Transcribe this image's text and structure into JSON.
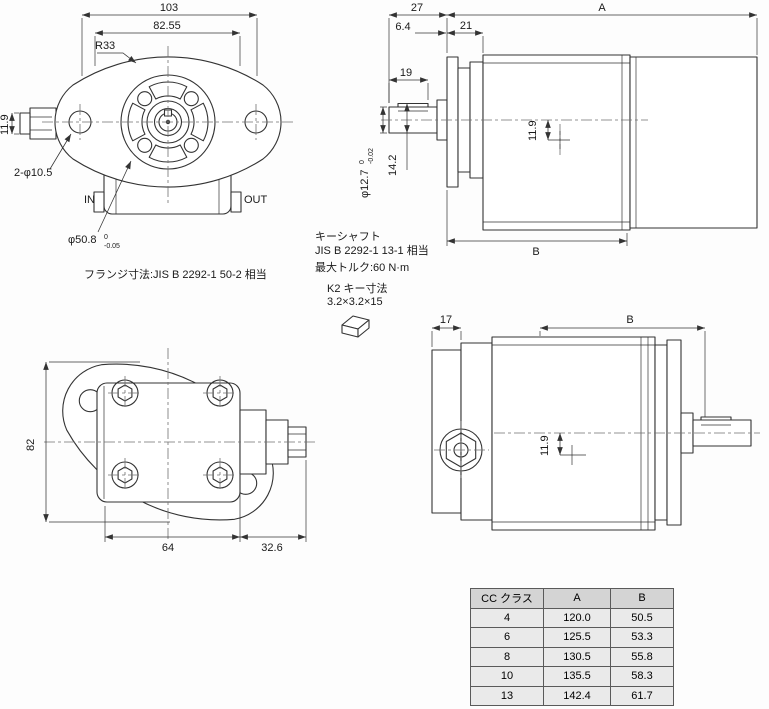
{
  "drawing": {
    "front_view": {
      "dim_width": "103",
      "dim_bolt_spacing": "82.55",
      "radius_label": "R33",
      "dim_port_height": "11.9",
      "hole_callout": "2-φ10.5",
      "port_in": "IN",
      "port_out": "OUT",
      "pilot_dia": "φ50.8",
      "pilot_tol_upper": "0",
      "pilot_tol_lower": "-0.05",
      "flange_note": "フランジ寸法:JIS B 2292-1 50-2 相当"
    },
    "side_view": {
      "dim_shaft_ext": "27",
      "dim_overall": "A",
      "dim_flange_thickness": "6.4",
      "dim_pilot_length": "21",
      "dim_key_length": "19",
      "dim_shaft_with_key": "14.2",
      "shaft_dia": "φ12.7",
      "shaft_tol_upper": "0",
      "shaft_tol_lower": "-0.02",
      "dim_port_offset": "11.9",
      "dim_body_length": "B"
    },
    "key_note": {
      "line1": "キーシャフト",
      "line2": "JIS B 2292-1 13-1 相当",
      "line3": "最大トルク:60 N·m",
      "line4": "K2 キー寸法",
      "line5": "3.2×3.2×15"
    },
    "rear_view": {
      "dim_height": "82",
      "dim_body_width": "64",
      "dim_port_ext": "32.6"
    },
    "side_view2": {
      "dim_block": "17",
      "dim_body_length": "B",
      "dim_port_offset": "11.9"
    }
  },
  "table": {
    "col_class": "CC クラス",
    "col_a": "A",
    "col_b": "B",
    "rows": [
      {
        "cc": "4",
        "a": "120.0",
        "b": "50.5"
      },
      {
        "cc": "6",
        "a": "125.5",
        "b": "53.3"
      },
      {
        "cc": "8",
        "a": "130.5",
        "b": "55.8"
      },
      {
        "cc": "10",
        "a": "135.5",
        "b": "58.3"
      },
      {
        "cc": "13",
        "a": "142.4",
        "b": "61.7"
      }
    ]
  },
  "colors": {
    "line": "#333333",
    "centerline": "#707070",
    "table_header_bg": "#d4d4d4",
    "table_cell_bg": "#eaeaea",
    "table_border": "#5a5a5a",
    "background": "#fdfdfd"
  }
}
